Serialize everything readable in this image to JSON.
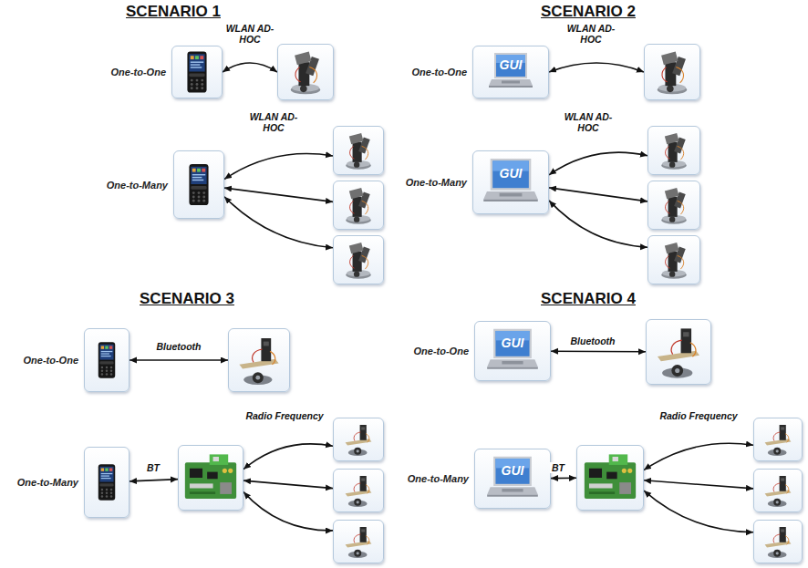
{
  "diagram": {
    "nodes": [
      {
        "text": [
          "One-to-One"
        ]
      },
      {
        "text": []
      },
      {
        "text": [
          "One-to-Many"
        ]
      },
      {
        "text": []
      },
      {
        "text": []
      },
      {
        "text": []
      },
      {
        "text": [
          "One-to-One",
          "GUI"
        ]
      },
      {
        "text": []
      },
      {
        "text": [
          "One-to-Many",
          "GUI"
        ]
      },
      {
        "text": []
      },
      {
        "text": []
      },
      {
        "text": []
      },
      {
        "text": [
          "One-to-One"
        ]
      },
      {
        "text": []
      },
      {
        "text": [
          "One-to-Many"
        ]
      },
      {
        "text": []
      },
      {
        "text": []
      },
      {
        "text": []
      },
      {
        "text": []
      },
      {
        "text": [
          "One-to-One",
          "GUI"
        ]
      },
      {
        "text": []
      },
      {
        "text": [
          "One-to-Many",
          "GUI"
        ]
      },
      {
        "text": []
      },
      {
        "text": []
      },
      {
        "text": []
      },
      {
        "text": []
      }
    ],
    "edges": [
      {
        "from": 0,
        "to": 1,
        "arrow": "both",
        "label": "WLAN AD-HOC"
      },
      {
        "from": 2,
        "to": 3,
        "arrow": "both",
        "label": "WLAN AD-HOC"
      },
      {
        "from": 2,
        "to": 4,
        "arrow": "both"
      },
      {
        "from": 2,
        "to": 5,
        "arrow": "both"
      },
      {
        "from": 6,
        "to": 7,
        "arrow": "both",
        "label": "WLAN AD-HOC"
      },
      {
        "from": 8,
        "to": 9,
        "arrow": "both",
        "label": "WLAN AD-HOC"
      },
      {
        "from": 8,
        "to": 10,
        "arrow": "both"
      },
      {
        "from": 8,
        "to": 11,
        "arrow": "both"
      },
      {
        "from": 12,
        "to": 13,
        "arrow": "both",
        "label": "Bluetooth"
      },
      {
        "from": 14,
        "to": 15,
        "arrow": "both",
        "label": "BT"
      },
      {
        "from": 15,
        "to": 16,
        "arrow": "both",
        "label": "Radio Frequency"
      },
      {
        "from": 15,
        "to": 17,
        "arrow": "both"
      },
      {
        "from": 15,
        "to": 18,
        "arrow": "both"
      },
      {
        "from": 19,
        "to": 20,
        "arrow": "both",
        "label": "Bluetooth"
      },
      {
        "from": 21,
        "to": 22,
        "arrow": "both",
        "label": "BT"
      },
      {
        "from": 22,
        "to": 23,
        "arrow": "both",
        "label": "Radio Frequency"
      },
      {
        "from": 22,
        "to": 24,
        "arrow": "both"
      },
      {
        "from": 22,
        "to": 25,
        "arrow": "both"
      }
    ],
    "labels": [
      "SCENARIO 1",
      "SCENARIO 2",
      "SCENARIO 3",
      "SCENARIO 4"
    ]
  }
}
